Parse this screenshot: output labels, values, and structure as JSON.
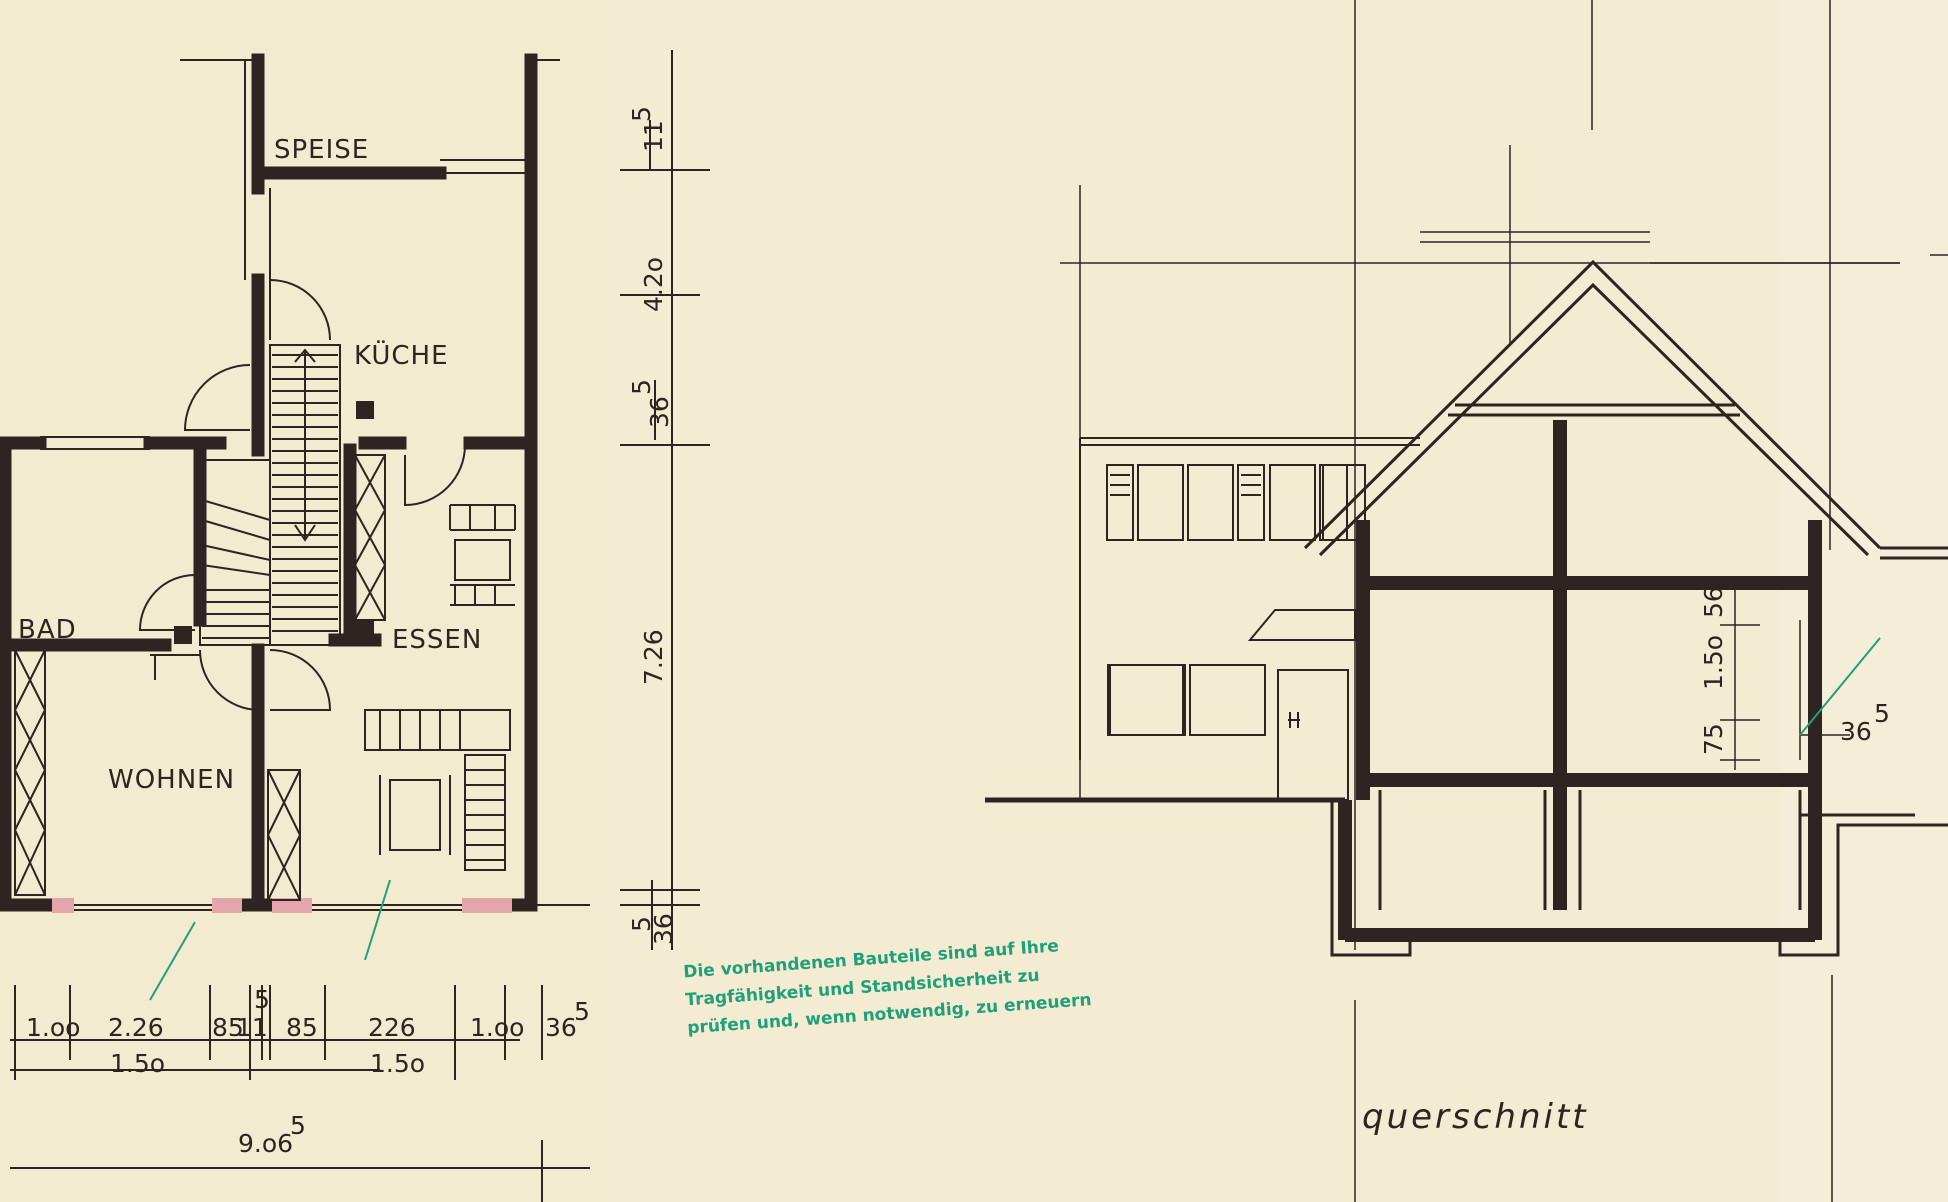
{
  "plan": {
    "rooms": {
      "speise": "SPEISE",
      "kueche": "KÜCHE",
      "bad": "BAD",
      "essen": "ESSEN",
      "wohnen": "WOHNEN"
    },
    "vertical_dims": [
      "11",
      "5",
      "4.2o",
      "36",
      "5",
      "7.26",
      "5",
      "36"
    ],
    "horizontal_dims_top": [
      "1.oo",
      "2.26",
      "85",
      "11",
      "5",
      "85",
      "226",
      "1.oo",
      "36",
      "5"
    ],
    "horizontal_dims_bottom": [
      "1.5o",
      "1.5o"
    ],
    "total_width": {
      "base": "9.o6",
      "sup": "5"
    }
  },
  "note": {
    "lines": [
      "Die vorhandenen Bauteile sind auf Ihre",
      "Tragfähigkeit und Standsicherheit zu",
      "prüfen und, wenn notwendig, zu erneuern"
    ]
  },
  "section": {
    "title": "querschnitt",
    "dims": [
      "56",
      "1.5o",
      "75",
      "36",
      "5"
    ]
  },
  "colors": {
    "paper": "#f2ebd0",
    "ink": "#2e2522",
    "stamp": "#1fa07a",
    "window_pink": "#e3a6ab"
  }
}
